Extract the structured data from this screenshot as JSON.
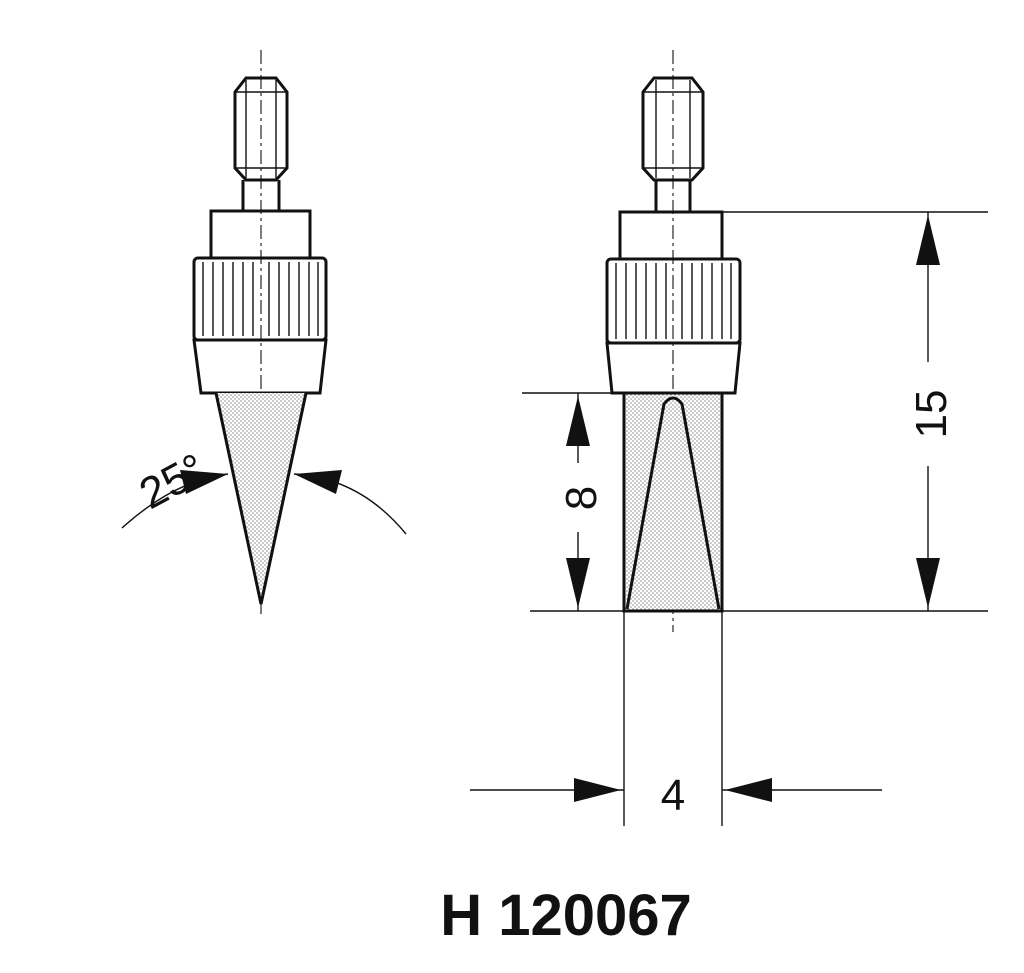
{
  "part_number": "H 120067",
  "dimensions": {
    "angle": "25°",
    "tip_length": "8",
    "total_length": "15",
    "width": "4"
  },
  "colors": {
    "line": "#111111",
    "background": "#ffffff",
    "fill_dots": "#9a9a9a"
  }
}
